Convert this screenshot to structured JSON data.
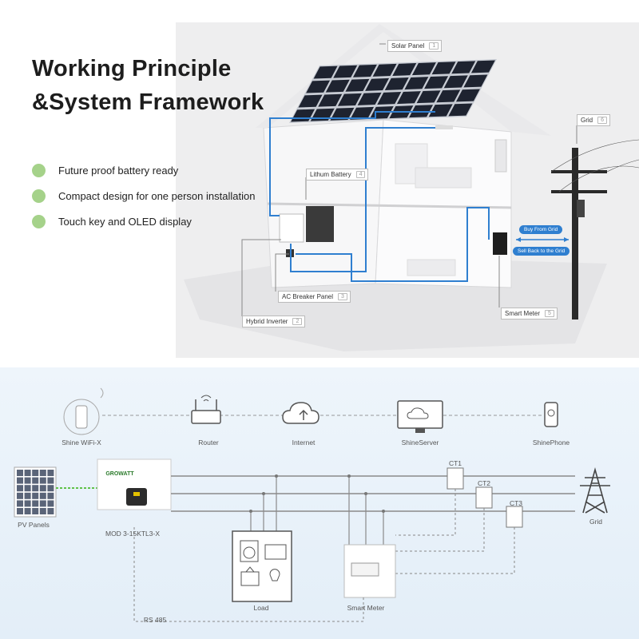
{
  "header": {
    "title_line1": "Working Principle",
    "title_line2": "&System Framework"
  },
  "features": [
    "Future proof battery ready",
    "Compact design for one person installation",
    "Touch key and OLED display"
  ],
  "house_callouts": {
    "solar_panel": {
      "label": "Solar Panel",
      "num": "1"
    },
    "hybrid_inverter": {
      "label": "Hybrid Inverter",
      "num": "2"
    },
    "ac_breaker_panel": {
      "label": "AC Breaker Panel",
      "num": "3"
    },
    "lithium_battery": {
      "label": "Lithum Battery",
      "num": "4"
    },
    "smart_meter": {
      "label": "Smart Meter",
      "num": "5"
    },
    "grid": {
      "label": "Grid",
      "num": "6"
    }
  },
  "flow_labels": {
    "buy": "Buy From Grid",
    "sell": "Sell Back to the Grid"
  },
  "network": {
    "wifi": "Shine WiFi-X",
    "router": "Router",
    "internet": "Internet",
    "server": "ShineServer",
    "phone": "ShinePhone"
  },
  "system": {
    "pv": "PV Panels",
    "inverter_model": "MOD 3-15KTL3-X",
    "inverter_brand": "GROWATT",
    "ct1": "CT1",
    "ct2": "CT2",
    "ct3": "CT3",
    "grid": "Grid",
    "load": "Load",
    "smart_meter": "Smart Meter",
    "rs485": "RS 485"
  },
  "colors": {
    "accent_blue": "#2f7fd0",
    "feature_dot": "#a5d28a",
    "solar_cell": "#1e2330"
  }
}
